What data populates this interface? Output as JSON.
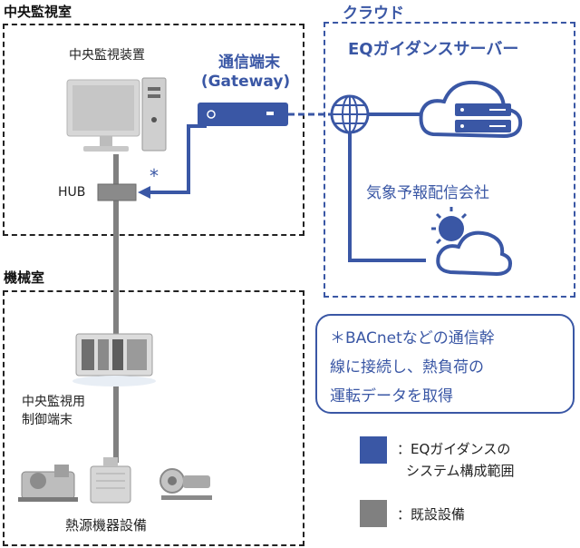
{
  "regions": {
    "central_room": "中央監視室",
    "cloud": "クラウド",
    "machine_room": "機械室"
  },
  "central_room": {
    "monitor_device_label": "中央監視装置",
    "hub_label": "HUB",
    "gateway_title": "通信端末",
    "gateway_subtitle": "(Gateway)"
  },
  "cloud": {
    "server_title": "EQガイダンスサーバー",
    "weather_company": "気象予報配信会社"
  },
  "machine_room": {
    "controller_label_line1": "中央監視用",
    "controller_label_line2": "制御端末",
    "equipment_label": "熱源機器設備"
  },
  "note": {
    "line1": "＊BACnetなどの通信幹",
    "line2": "線に接続し、熱負荷の",
    "line3": "運転データを取得",
    "asterisk": "＊"
  },
  "legend": {
    "blue_line1": "：EQガイダンスの",
    "blue_line2": "システム構成範囲",
    "gray_label": "：既設設備",
    "blue_color": "#3a57a5",
    "gray_color": "#808080"
  }
}
